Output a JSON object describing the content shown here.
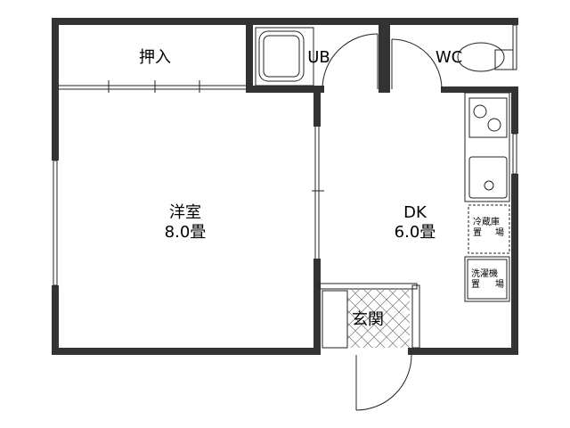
{
  "rooms": {
    "closet": "押入",
    "bath": "UB",
    "toilet": "WC",
    "western_room": {
      "name": "洋室",
      "size": "8.0畳"
    },
    "dining_kitchen": {
      "name": "DK",
      "size": "6.0畳"
    },
    "entrance": "玄関"
  },
  "fixtures": {
    "fridge_line1": "冷蔵庫",
    "fridge_line2a": "置",
    "fridge_line2b": "場",
    "washer_line1": "洗濯機",
    "washer_line2a": "置",
    "washer_line2b": "場"
  }
}
